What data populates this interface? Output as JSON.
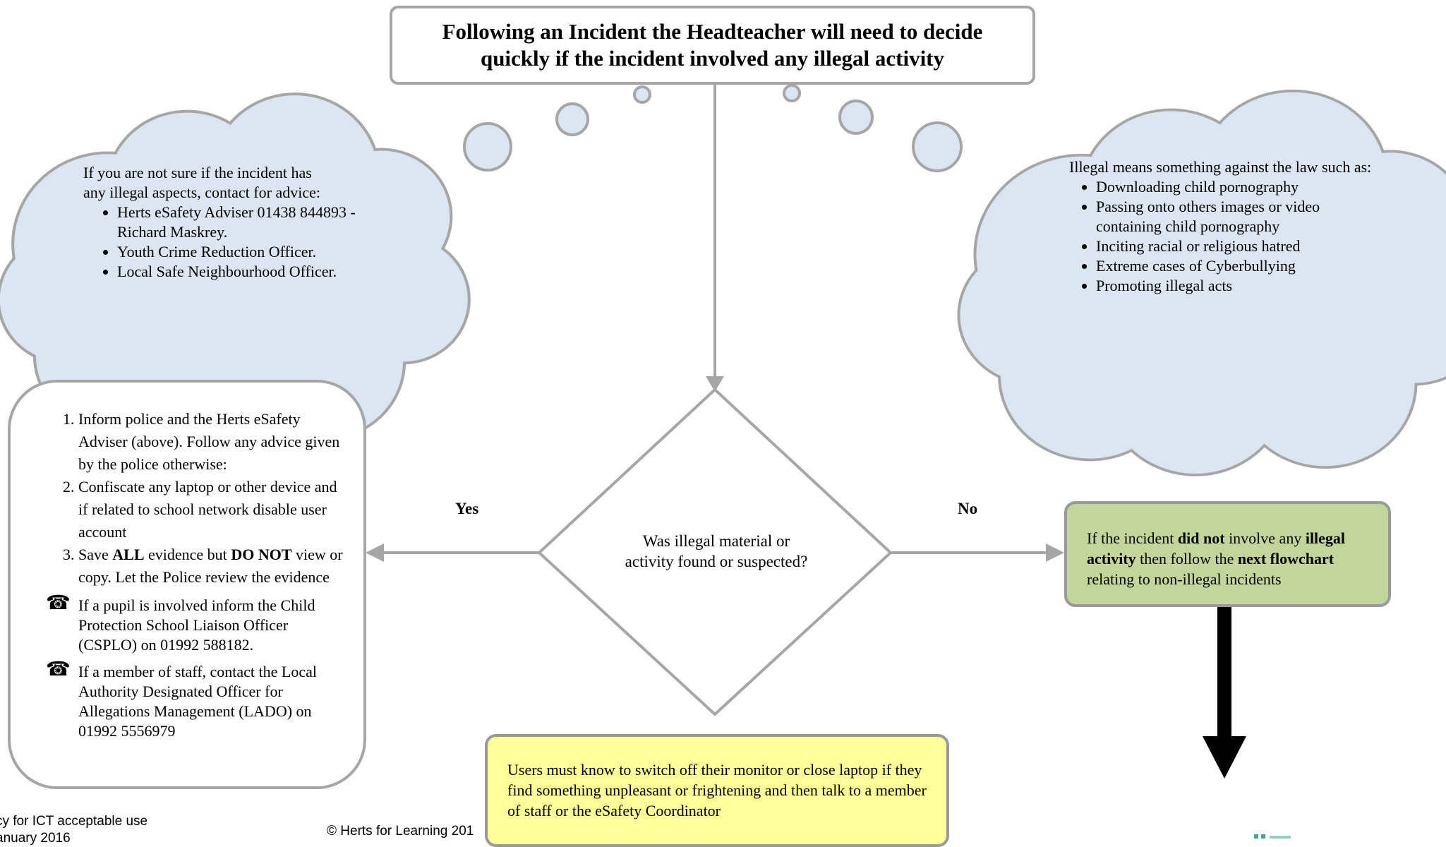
{
  "title": {
    "line1": "Following an Incident the Headteacher will need to decide",
    "line2": "quickly if the incident involved any illegal activity"
  },
  "left_cloud": {
    "intro_line1": "If you are not sure if the incident has",
    "intro_line2": "any illegal aspects, contact for advice:",
    "items": [
      "Herts eSafety Adviser 01438 844893 - Richard Maskrey.",
      "Youth Crime Reduction Officer.",
      "Local Safe Neighbourhood Officer."
    ]
  },
  "right_cloud": {
    "intro": "Illegal means something against the law such as:",
    "items": [
      "Downloading child pornography",
      "Passing onto others images or video containing child pornography",
      "Inciting racial or religious hatred",
      "Extreme cases of Cyberbullying",
      "Promoting illegal acts"
    ]
  },
  "decision": {
    "question": "Was illegal material or activity found or suspected?",
    "yes_label": "Yes",
    "no_label": "No"
  },
  "actions": {
    "step1": "Inform police and the Herts eSafety Adviser (above). Follow any advice given by the police otherwise:",
    "step2": "Confiscate any laptop or other device and if related to school network disable user account",
    "step3_a": "Save ",
    "step3_b": "ALL",
    "step3_c": " evidence but ",
    "step3_d": "DO NOT",
    "step3_e": " view or copy. Let the Police review the evidence",
    "phone_icon": "☎",
    "pupil_note": "If a pupil is involved inform the Child Protection School Liaison Officer (CSPLO) on 01992 588182.",
    "staff_note": "If a member of staff, contact the Local Authority Designated Officer for Allegations Management (LADO) on 01992 5556979"
  },
  "no_illegal": {
    "t1": "If the incident ",
    "t2": "did not",
    "t3": " involve any ",
    "t4": "illegal activity",
    "t5": " then follow the ",
    "t6": "next flowchart",
    "t7": " relating to non-illegal incidents"
  },
  "safety_note": "Users must know to switch off their monitor or close laptop if they find something unpleasant or frightening and then talk to a member of staff or the eSafety Coordinator",
  "footer": {
    "left_line1": "cy for ICT acceptable use",
    "left_line2": "anuary 2016",
    "copyright": "© Herts for Learning 201"
  },
  "colors": {
    "outline": "#a6a6a6",
    "cloud_fill": "#dce6f2",
    "no_box_fill": "#c2d69b",
    "note_fill": "#ffff99",
    "logo": "#3aa88c"
  }
}
